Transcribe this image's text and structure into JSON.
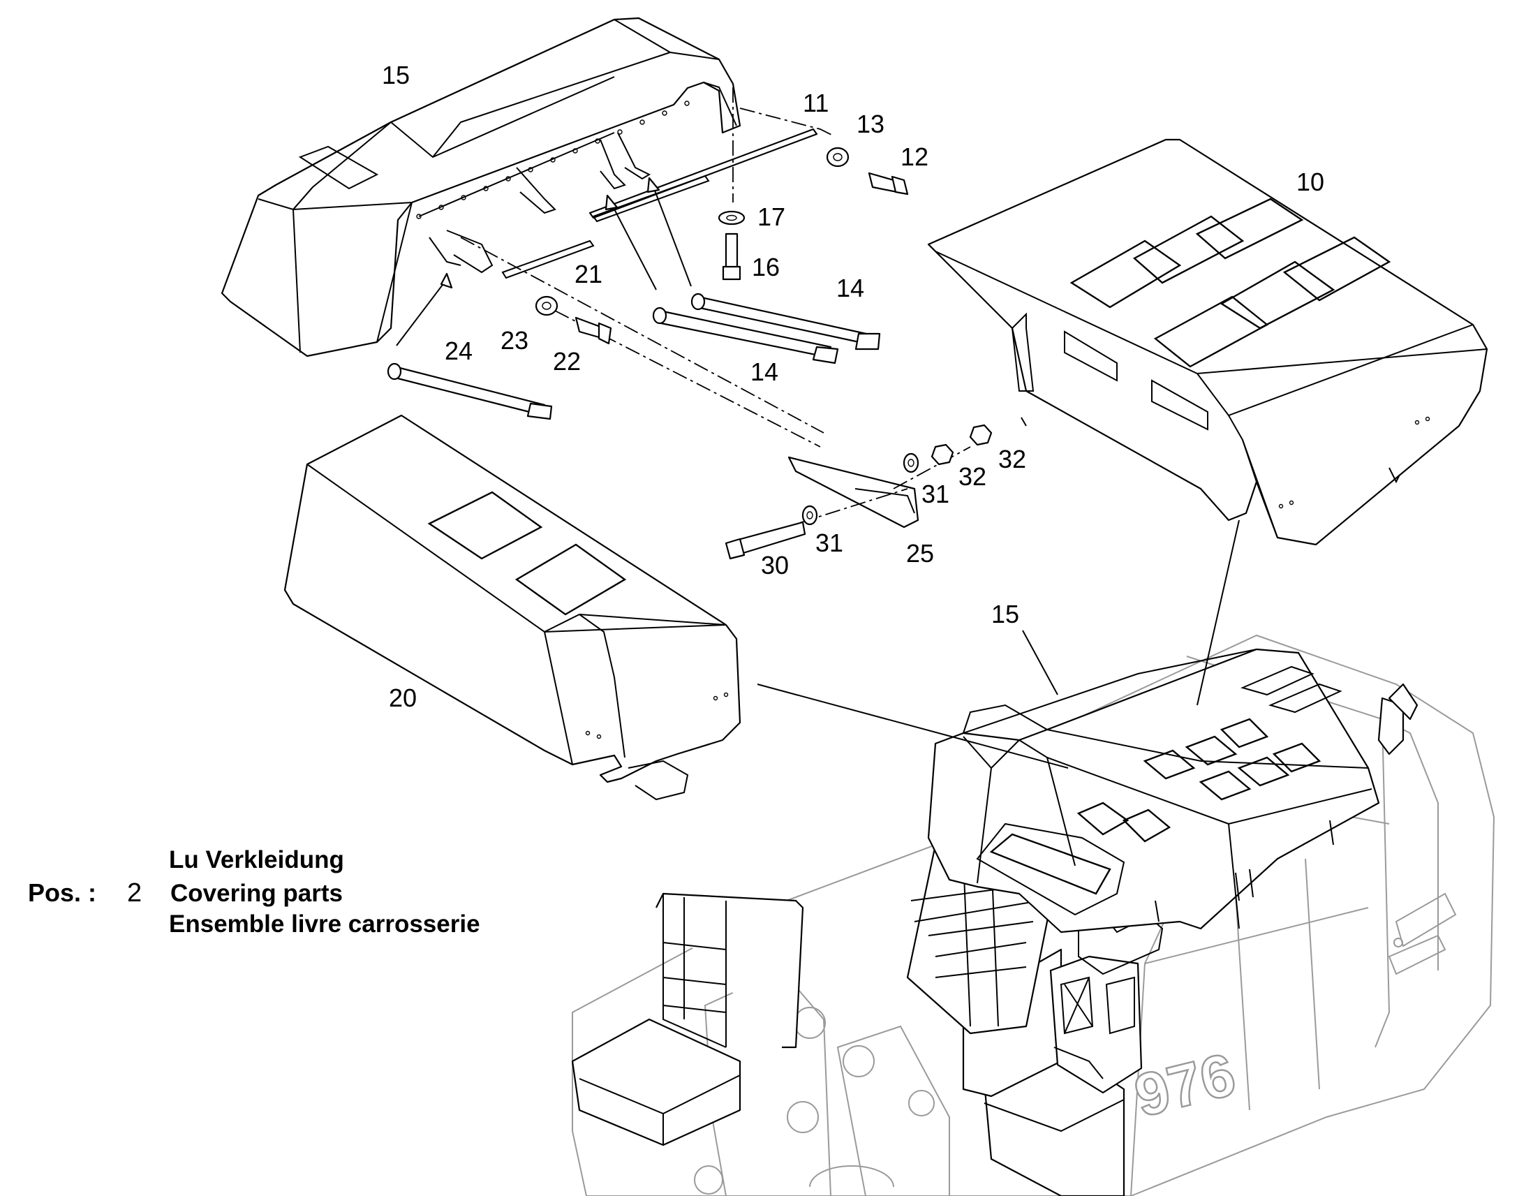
{
  "callouts": {
    "c15_top": "15",
    "c11": "11",
    "c13": "13",
    "c12": "12",
    "c10": "10",
    "c17": "17",
    "c16": "16",
    "c21": "21",
    "c14_top": "14",
    "c14_bottom": "14",
    "c23": "23",
    "c22": "22",
    "c24": "24",
    "c32_a": "32",
    "c32_b": "32",
    "c31_a": "31",
    "c31_b": "31",
    "c30": "30",
    "c25": "25",
    "c15_mid": "15",
    "c20": "20"
  },
  "machine_marking": "976",
  "caption": {
    "pos_label": "Pos. :",
    "pos_number": "2",
    "line_de": "Lu Verkleidung",
    "line_en": "Covering parts",
    "line_fr": "Ensemble livre carrosserie"
  }
}
